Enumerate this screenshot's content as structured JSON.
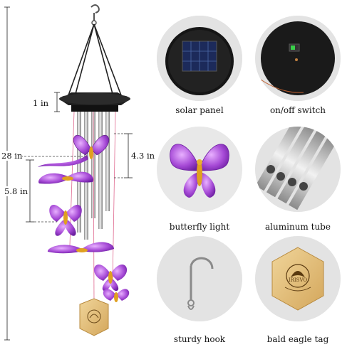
{
  "dimensions": {
    "total_height": "28 in",
    "cap_height": "1 in",
    "tube_length": "4.3 in",
    "butterfly_gap": "5.8 in"
  },
  "features": [
    {
      "label": "solar panel",
      "icon": "solar-panel-icon"
    },
    {
      "label": "on/off switch",
      "icon": "switch-icon"
    },
    {
      "label": "butterfly light",
      "icon": "butterfly-icon"
    },
    {
      "label": "aluminum tube",
      "icon": "tube-icon"
    },
    {
      "label": "sturdy hook",
      "icon": "hook-icon"
    },
    {
      "label": "bald eagle tag",
      "icon": "eagle-tag-icon"
    }
  ],
  "tag_text": "IRISVO",
  "colors": {
    "butterfly_purple": "#9b3fd0",
    "butterfly_body": "#e0a020",
    "wood": "#e6c27a",
    "panel_black": "#1a1a1a",
    "tube_silver": "#c8c8c8"
  }
}
